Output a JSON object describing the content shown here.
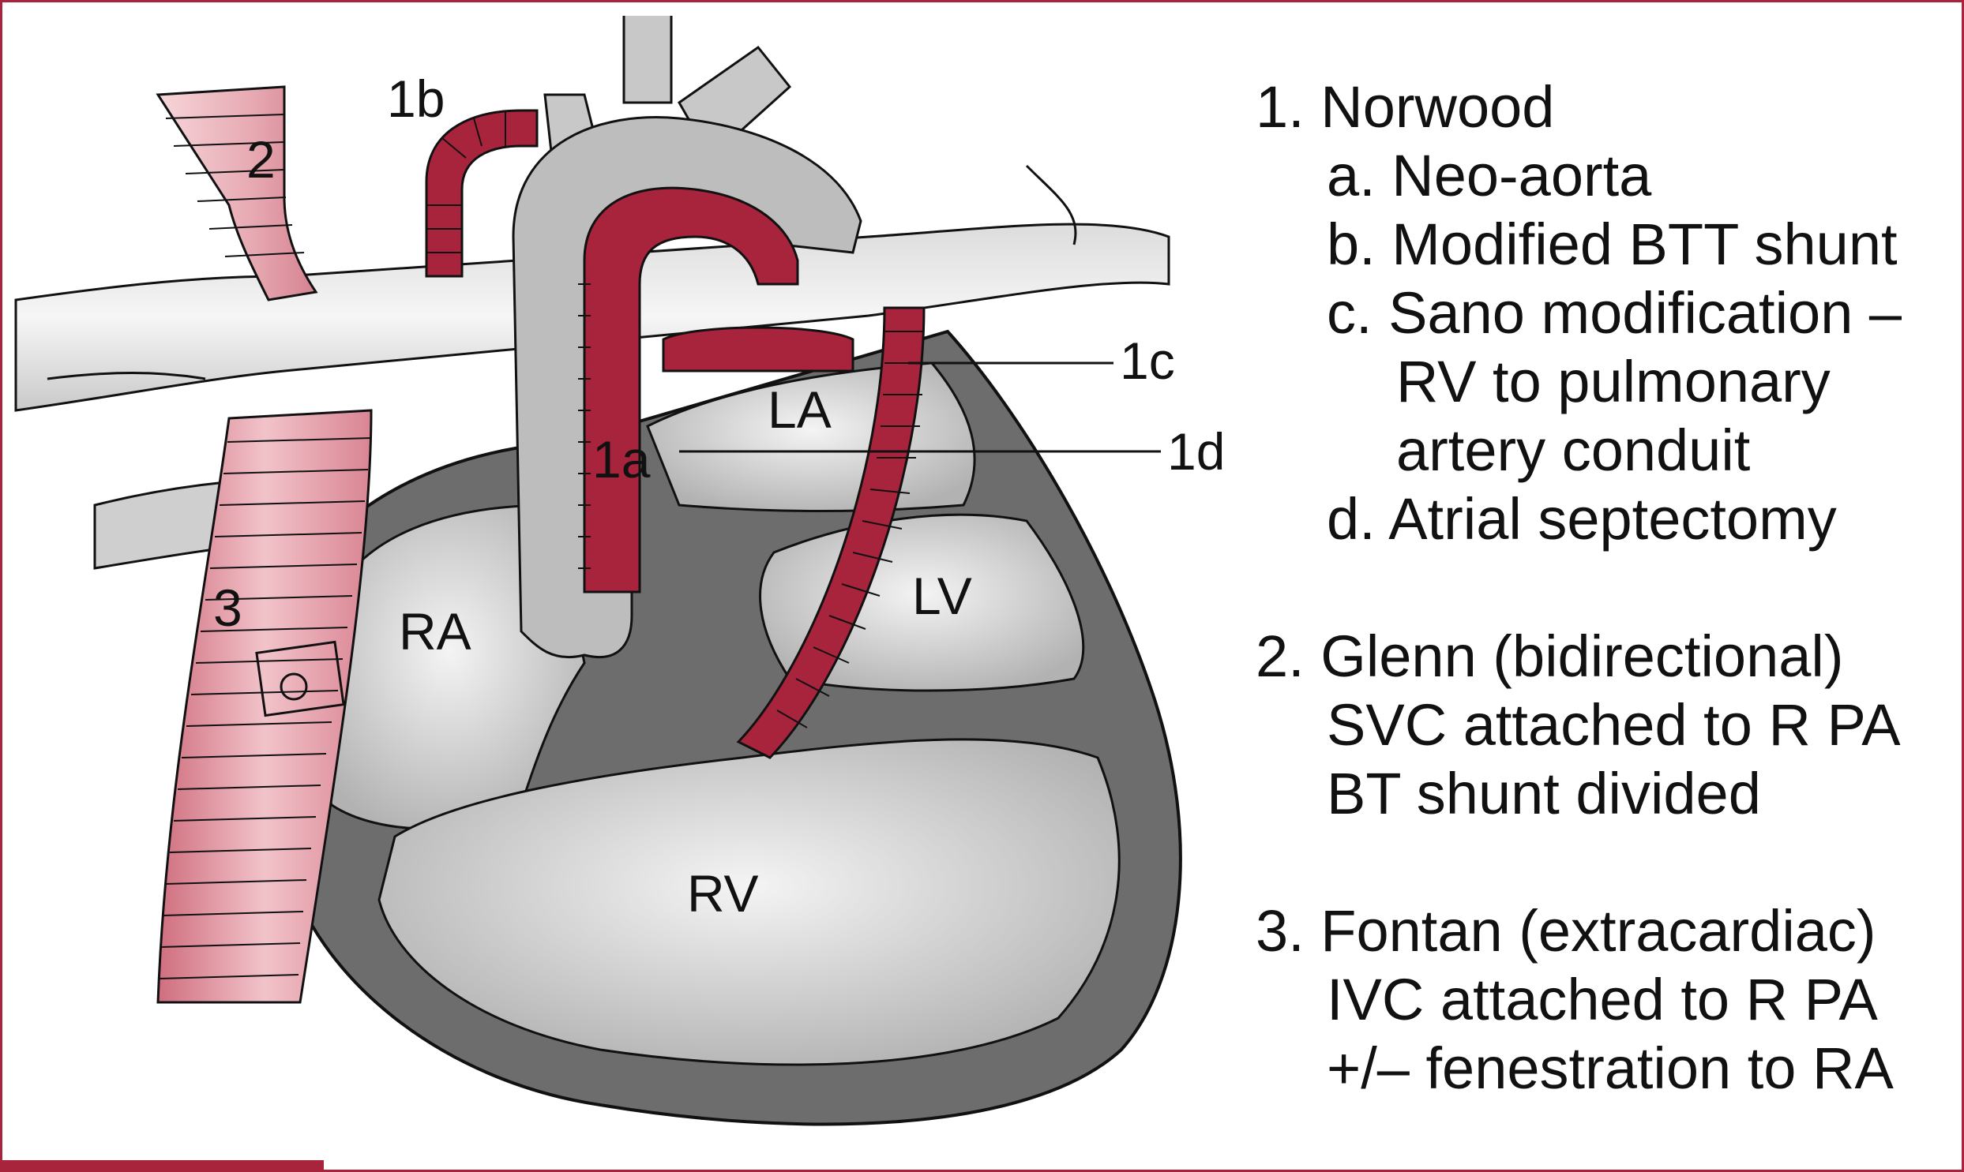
{
  "labels": {
    "one_b": "1b",
    "two": "2",
    "three": "3",
    "la": "LA",
    "one_a": "1a",
    "one_c": "1c",
    "one_d": "1d",
    "ra": "RA",
    "lv": "LV",
    "rv": "RV"
  },
  "legend": {
    "norwood": {
      "title": "1. Norwood",
      "a": "a. Neo-aorta",
      "b": "b. Modified BTT shunt",
      "c_line1": "c. Sano modification –",
      "c_line2": "RV to pulmonary",
      "c_line3": "artery conduit",
      "d": "d. Atrial septectomy"
    },
    "glenn": {
      "title": "2. Glenn (bidirectional)",
      "line1": "SVC attached to R PA",
      "line2": "BT shunt divided"
    },
    "fontan": {
      "title": "3. Fontan (extracardiac)",
      "line1": "IVC attached to R PA",
      "line2": "+/– fenestration to RA"
    }
  },
  "colors": {
    "frame": "#a8233c",
    "graft_red": "#a8233c",
    "vein_pink": "#e0a0aa",
    "tissue_gray": "#b8b8b8",
    "wall_dark": "#6a6a6a"
  }
}
